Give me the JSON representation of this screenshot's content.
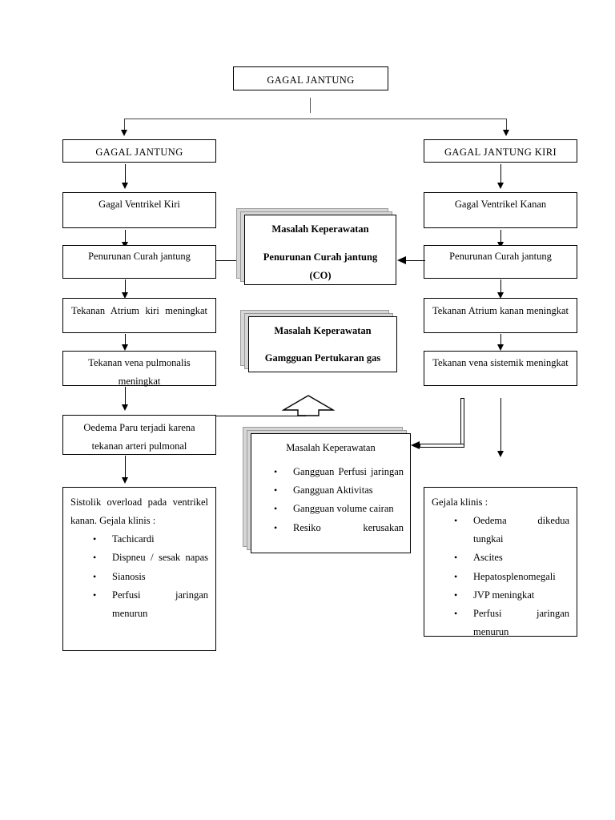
{
  "title": "Pathway Gagal Jantung",
  "nodes": {
    "root": "GAGAL JANTUNG",
    "left_branch": "GAGAL JANTUNG",
    "right_branch": "GAGAL JANTUNG KIRI",
    "left": {
      "ventrikel": "Gagal Ventrikel Kiri",
      "curah": "Penurunan Curah jantung",
      "atrium": "Tekanan Atrium kiri meningkat",
      "vena": "Tekanan vena pulmonalis meningkat",
      "oedema": "Oedema Paru terjadi karena tekanan arteri pulmonal",
      "gejala_lead": "Sistolik overload pada ventrikel kanan. Gejala klinis :",
      "gejala_items": [
        "Tachicardi",
        "Dispneu / sesak napas",
        "Sianosis",
        "Perfusi jaringan menurun"
      ]
    },
    "right": {
      "ventrikel": "Gagal Ventrikel Kanan",
      "curah": "Penurunan Curah jantung",
      "atrium": "Tekanan Atrium kanan meningkat",
      "vena": "Tekanan vena sistemik meningkat",
      "gejala_lead": "Gejala klinis :",
      "gejala_items": [
        "Oedema dikedua tungkai",
        "Ascites",
        "Hepatosplenomegali",
        "JVP meningkat",
        "Perfusi jaringan menurun"
      ]
    },
    "problems": {
      "heading": "Masalah Keperawatan",
      "co_line1": "Penurunan Curah jantung",
      "co_line2": "(CO)",
      "gas": "Gamgguan Pertukaran gas",
      "list_items": [
        "Gangguan Perfusi jaringan",
        "Gangguan Aktivitas",
        "Gangguan volume cairan",
        "Resiko kerusakan"
      ]
    }
  },
  "glyphs": {
    "bullet": "•"
  },
  "colors": {
    "ink": "#000000",
    "paper": "#ffffff",
    "shadow": "#d6d6d6",
    "shadow_border": "#9a9a9a"
  }
}
